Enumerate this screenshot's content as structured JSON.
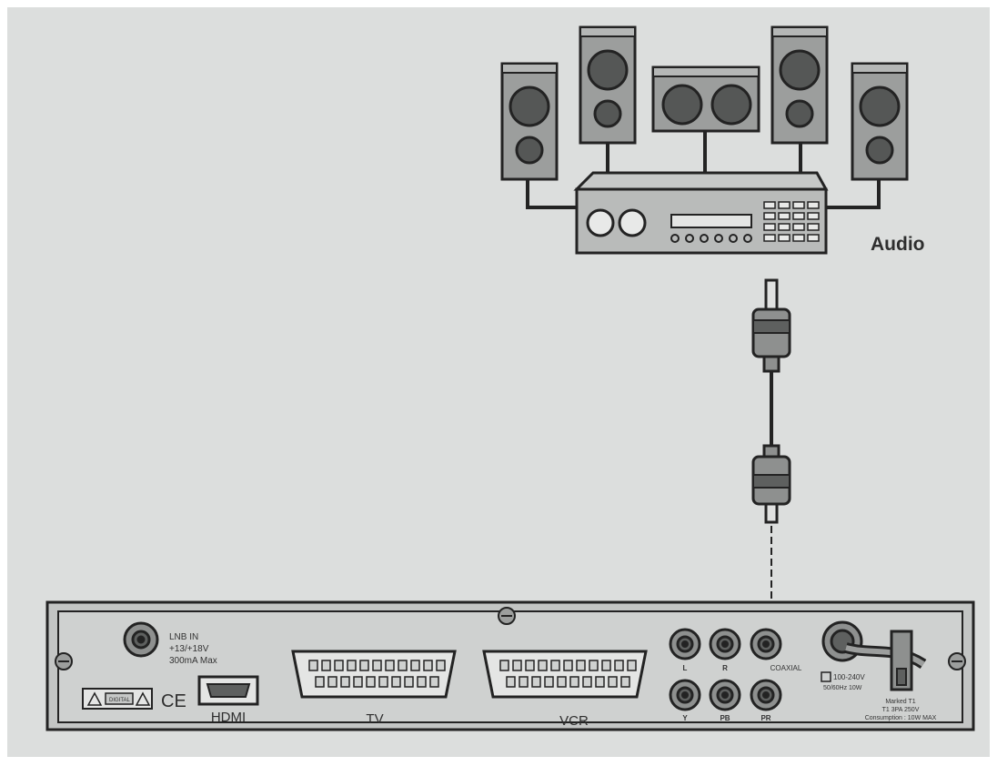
{
  "colors": {
    "page": "#ffffff",
    "panel": "#dcdedd",
    "stroke": "#232323",
    "speaker": "#9c9e9d",
    "cone": "#555756",
    "device": "#b9bbba",
    "device_face": "#c6c8c7"
  },
  "amplifier": {
    "label": "Audio"
  },
  "receiver": {
    "lnb": {
      "line1": "LNB IN",
      "line2": "+13/+18V",
      "line3": "300mA Max"
    },
    "ports": {
      "hdmi": "HDMI",
      "tv": "TV",
      "vcr": "VCR",
      "coaxial": "COAXIAL",
      "audio_l": "L",
      "audio_r": "R",
      "video_y": "Y",
      "video_pb": "PB",
      "video_pr": "PR"
    },
    "power": {
      "rating1": "100-240V",
      "rating2": "50/60Hz 10W"
    },
    "ce_mark": "CE",
    "cert_text": "DIGITAL",
    "model_line1": "Marked T1",
    "model_line2": "T1 3PA 250V",
    "model_line3": "Consumption : 10W MAX"
  }
}
